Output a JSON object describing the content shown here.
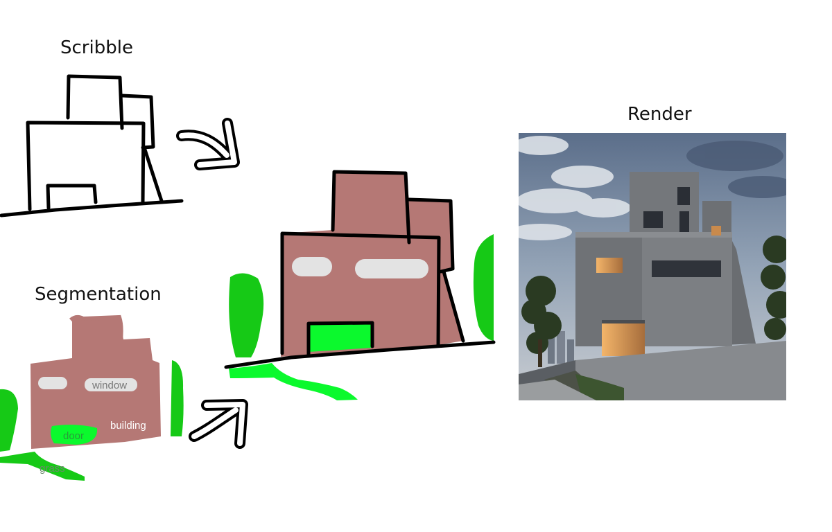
{
  "titles": {
    "scribble": "Scribble",
    "segmentation": "Segmentation",
    "render": "Render"
  },
  "segmentation_labels": {
    "window": "window",
    "building": "building",
    "door": "door",
    "grass": "grass"
  },
  "colors": {
    "building": "#b57875",
    "window": "#e3e3e3",
    "door": "#0bf92d",
    "tree": "#16c916",
    "stroke": "#000000"
  }
}
